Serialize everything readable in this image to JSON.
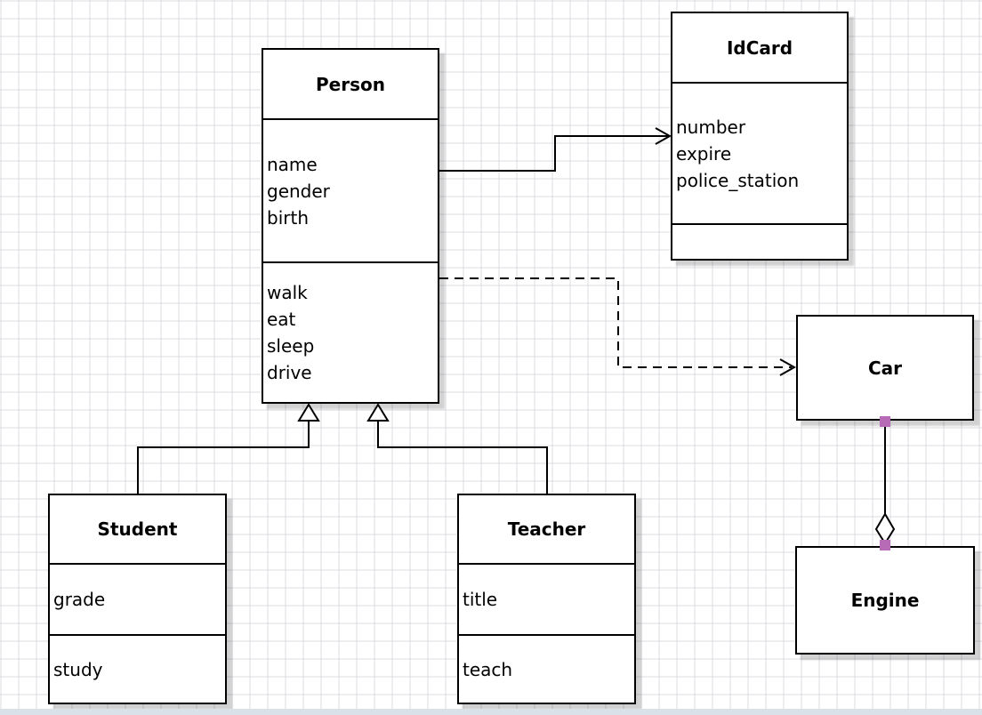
{
  "diagram": {
    "classes": {
      "person": {
        "name": "Person",
        "attributes": [
          "name",
          "gender",
          "birth"
        ],
        "methods": [
          "walk",
          "eat",
          "sleep",
          "drive"
        ]
      },
      "idcard": {
        "name": "IdCard",
        "attributes": [
          "number",
          "expire",
          "police_station"
        ],
        "methods": []
      },
      "car": {
        "name": "Car",
        "attributes": [],
        "methods": []
      },
      "engine": {
        "name": "Engine",
        "attributes": [],
        "methods": []
      },
      "student": {
        "name": "Student",
        "attributes": [
          "grade"
        ],
        "methods": [
          "study"
        ]
      },
      "teacher": {
        "name": "Teacher",
        "attributes": [
          "title"
        ],
        "methods": [
          "teach"
        ]
      }
    },
    "relationships": [
      {
        "from": "Person",
        "to": "IdCard",
        "type": "association",
        "line": "solid",
        "arrow": "open-arrow"
      },
      {
        "from": "Person",
        "to": "Car",
        "type": "dependency",
        "line": "dashed",
        "arrow": "open-arrow"
      },
      {
        "from": "Student",
        "to": "Person",
        "type": "generalization",
        "line": "solid",
        "arrow": "hollow-triangle"
      },
      {
        "from": "Teacher",
        "to": "Person",
        "type": "generalization",
        "line": "solid",
        "arrow": "hollow-triangle"
      },
      {
        "from": "Car",
        "to": "Engine",
        "type": "aggregation",
        "line": "solid",
        "arrow": "hollow-diamond"
      }
    ],
    "colors": {
      "shape_stroke": "#000000",
      "shape_fill": "#ffffff",
      "connection_point": "#b76bb7",
      "grid_line": "#f2f2f4",
      "canvas_edge": "#dbe1e9"
    }
  }
}
